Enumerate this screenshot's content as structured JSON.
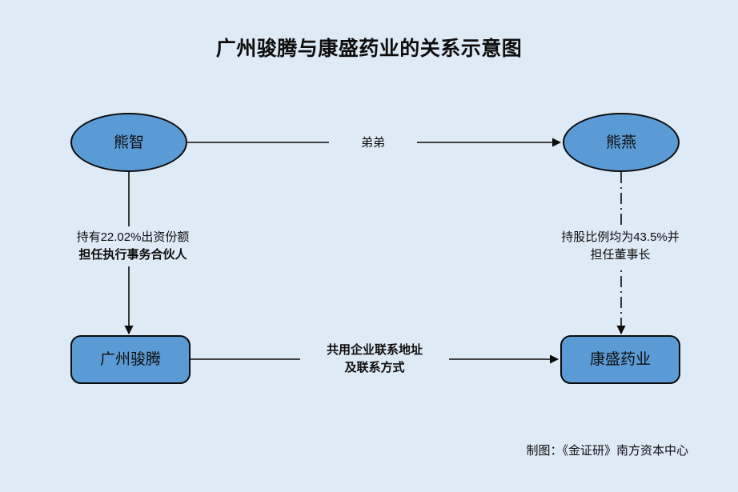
{
  "figure": {
    "title": "广州骏腾与康盛药业的关系示意图",
    "credit": "制图：《金证研》南方资本中心",
    "background_color": "#deeaf6",
    "node_fill_color": "#5b9bd5",
    "node_border_color": "#0b0b0b",
    "text_color": "#0d0d0d"
  },
  "chart_data": {
    "type": "diagram",
    "title": "广州骏腾与康盛药业的关系示意图",
    "nodes": [
      {
        "id": "xiongzhi",
        "label": "熊智",
        "shape": "ellipse",
        "position": "top-left"
      },
      {
        "id": "xiongyan",
        "label": "熊燕",
        "shape": "ellipse",
        "position": "top-right"
      },
      {
        "id": "junteng",
        "label": "广州骏腾",
        "shape": "rounded-rectangle",
        "position": "bottom-left"
      },
      {
        "id": "kangsheng",
        "label": "康盛药业",
        "shape": "rounded-rectangle",
        "position": "bottom-right"
      }
    ],
    "edges": [
      {
        "id": "edge-didi",
        "from": "xiongzhi",
        "to": "xiongyan",
        "label": "弟弟",
        "line_style": "solid",
        "arrow": "to"
      },
      {
        "id": "edge-left-stake",
        "from": "xiongzhi",
        "to": "junteng",
        "label_line1": "持有22.02%出资份额",
        "label_line2": "担任执行事务合伙人",
        "line_style": "solid",
        "arrow": "to"
      },
      {
        "id": "edge-right-stake",
        "from": "xiongyan",
        "to": "kangsheng",
        "label_line1": "持股比例均为43.5%并",
        "label_line2": "担任董事长",
        "line_style": "dash-dot",
        "arrow": "to"
      },
      {
        "id": "edge-shared",
        "from": "junteng",
        "to": "kangsheng",
        "label_line1": "共用企业联系地址",
        "label_line2": "及联系方式",
        "line_style": "solid",
        "arrow": "to"
      }
    ]
  },
  "nodes": {
    "xiongzhi": {
      "label": "熊智"
    },
    "xiongyan": {
      "label": "熊燕"
    },
    "junteng": {
      "label": "广州骏腾"
    },
    "kangsheng": {
      "label": "康盛药业"
    }
  },
  "labels": {
    "didi": "弟弟",
    "left_stake_line1": "持有22.02%出资份额",
    "left_stake_line2": "担任执行事务合伙人",
    "right_stake_line1": "持股比例均为43.5%并",
    "right_stake_line2": "担任董事长",
    "shared_line1": "共用企业联系地址",
    "shared_line2": "及联系方式"
  }
}
